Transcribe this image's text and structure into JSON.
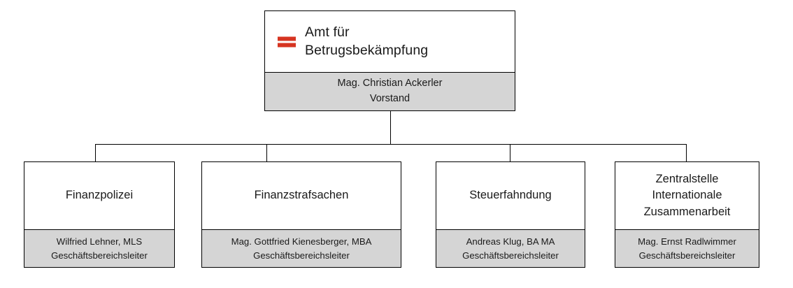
{
  "chart": {
    "type": "org-chart",
    "title_text": "Amt für Betrugsbekämpfung",
    "colors": {
      "box_border": "#000000",
      "footer_background": "#d5d5d5",
      "page_background": "#ffffff",
      "text": "#1a1a1a",
      "flag_red": "#d63421"
    }
  },
  "root": {
    "icon": "austria-flag-icon",
    "title": "Amt für\nBetrugsbekämpfung",
    "person_name": "Mag. Christian Ackerler",
    "person_role": "Vorstand"
  },
  "children": [
    {
      "title": "Finanzpolizei",
      "person_name": "Wilfried Lehner, MLS",
      "person_role": "Geschäftsbereichsleiter"
    },
    {
      "title": "Finanzstrafsachen",
      "person_name": "Mag. Gottfried Kienesberger, MBA",
      "person_role": "Geschäftsbereichsleiter"
    },
    {
      "title": "Steuerfahndung",
      "person_name": "Andreas Klug, BA MA",
      "person_role": "Geschäftsbereichsleiter"
    },
    {
      "title": "Zentralstelle\nInternationale\nZusammenarbeit",
      "person_name": "Mag. Ernst Radlwimmer",
      "person_role": "Geschäftsbereichsleiter"
    }
  ]
}
